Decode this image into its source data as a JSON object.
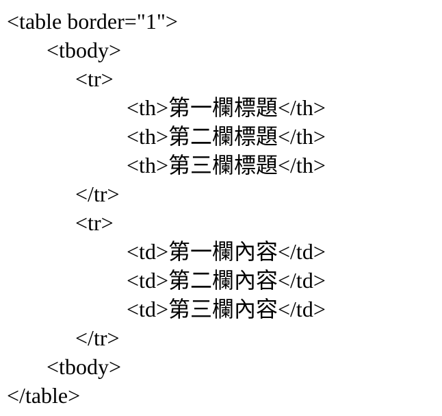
{
  "code": {
    "language": "html-source",
    "lines": [
      {
        "indent": 0,
        "text": "<table border=\"1\">"
      },
      {
        "indent": 1,
        "text": "<tbody>"
      },
      {
        "indent": 2,
        "text": "<tr>"
      },
      {
        "indent": 3,
        "text": "<th>第一欄標題</th>"
      },
      {
        "indent": 3,
        "text": "<th>第二欄標題</th>"
      },
      {
        "indent": 3,
        "text": "<th>第三欄標題</th>"
      },
      {
        "indent": 2,
        "text": "</tr>"
      },
      {
        "indent": 2,
        "text": "<tr>"
      },
      {
        "indent": 3,
        "text": "<td>第一欄內容</td>"
      },
      {
        "indent": 3,
        "text": "<td>第二欄內容</td>"
      },
      {
        "indent": 3,
        "text": "<td>第三欄內容</td>"
      },
      {
        "indent": 2,
        "text": "</tr>"
      },
      {
        "indent": 1,
        "text": "<tbody>"
      },
      {
        "indent": 0,
        "text": "</table>"
      }
    ],
    "colors": {
      "text": "#000000",
      "background": "#ffffff"
    }
  }
}
